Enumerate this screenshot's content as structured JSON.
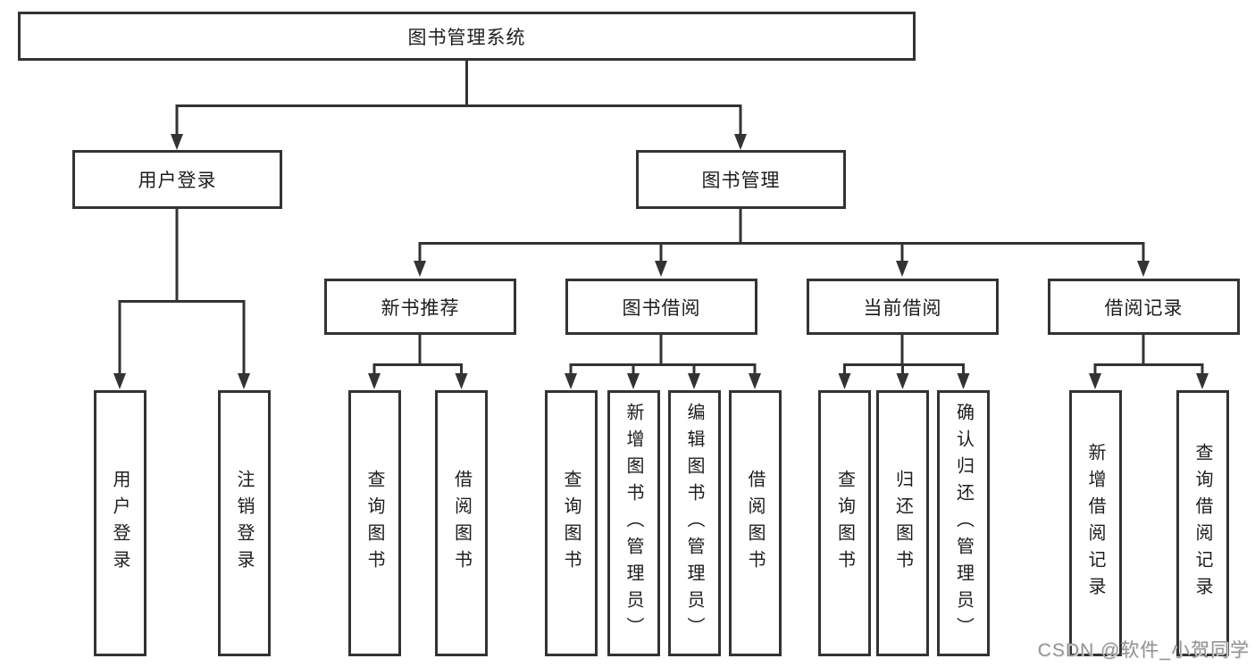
{
  "colors": {
    "line": "#333333",
    "border": "#333333",
    "text": "#1d1d1d",
    "watermark_text": "#949494",
    "background": "#ffffff"
  },
  "watermark": {
    "text": "CSDN @软件_小贺同学"
  },
  "tree": {
    "root": {
      "label": "图书管理系统"
    },
    "branches": [
      {
        "label": "用户登录",
        "children": [
          {
            "label": "用户登录"
          },
          {
            "label": "注销登录"
          }
        ]
      },
      {
        "label": "图书管理",
        "groups": [
          {
            "label": "新书推荐",
            "children": [
              {
                "label": "查询图书"
              },
              {
                "label": "借阅图书"
              }
            ]
          },
          {
            "label": "图书借阅",
            "children": [
              {
                "label": "查询图书"
              },
              {
                "label": "新增图书（管理员）"
              },
              {
                "label": "编辑图书（管理员）"
              },
              {
                "label": "借阅图书"
              }
            ]
          },
          {
            "label": "当前借阅",
            "children": [
              {
                "label": "查询图书"
              },
              {
                "label": "归还图书"
              },
              {
                "label": "确认归还（管理员）"
              }
            ]
          },
          {
            "label": "借阅记录",
            "children": [
              {
                "label": "新增借阅记录"
              },
              {
                "label": "查询借阅记录"
              }
            ]
          }
        ]
      }
    ]
  }
}
